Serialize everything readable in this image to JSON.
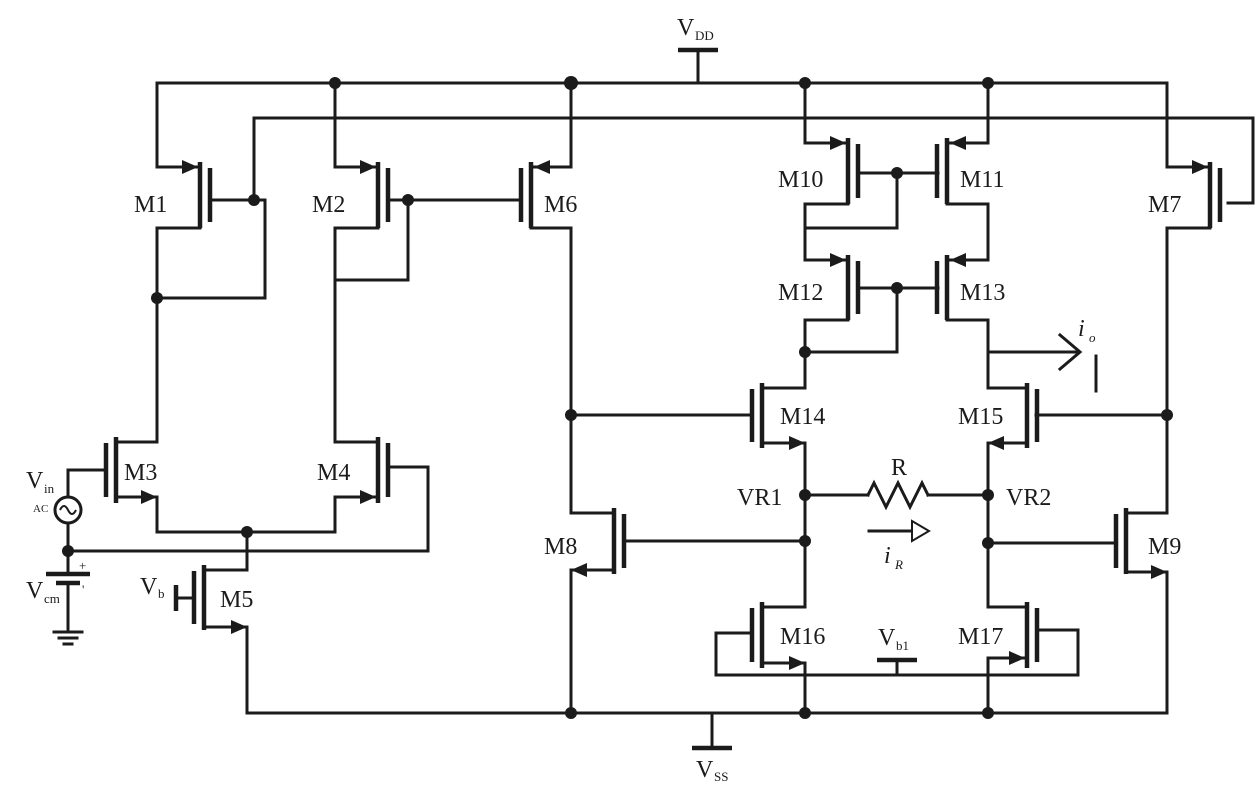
{
  "diagram": {
    "supply": {
      "vdd": "V",
      "vdd_sub": "DD",
      "vss": "V",
      "vss_sub": "SS"
    },
    "transistors": [
      "M1",
      "M2",
      "M3",
      "M4",
      "M5",
      "M6",
      "M7",
      "M8",
      "M9",
      "M10",
      "M11",
      "M12",
      "M13",
      "M14",
      "M15",
      "M16",
      "M17"
    ],
    "sources": {
      "vin": "V",
      "vin_sub": "in",
      "ac": "AC",
      "vcm": "V",
      "vcm_sub": "cm",
      "vb": "V",
      "vb_sub": "b",
      "vb1": "V",
      "vb1_sub": "b1",
      "plus": "+",
      "minus": "'"
    },
    "nodes": {
      "vr1": "VR1",
      "vr2": "VR2"
    },
    "resistor": "R",
    "currents": {
      "io": "i",
      "io_sub": "o",
      "ir": "i",
      "ir_sub": "R"
    }
  }
}
